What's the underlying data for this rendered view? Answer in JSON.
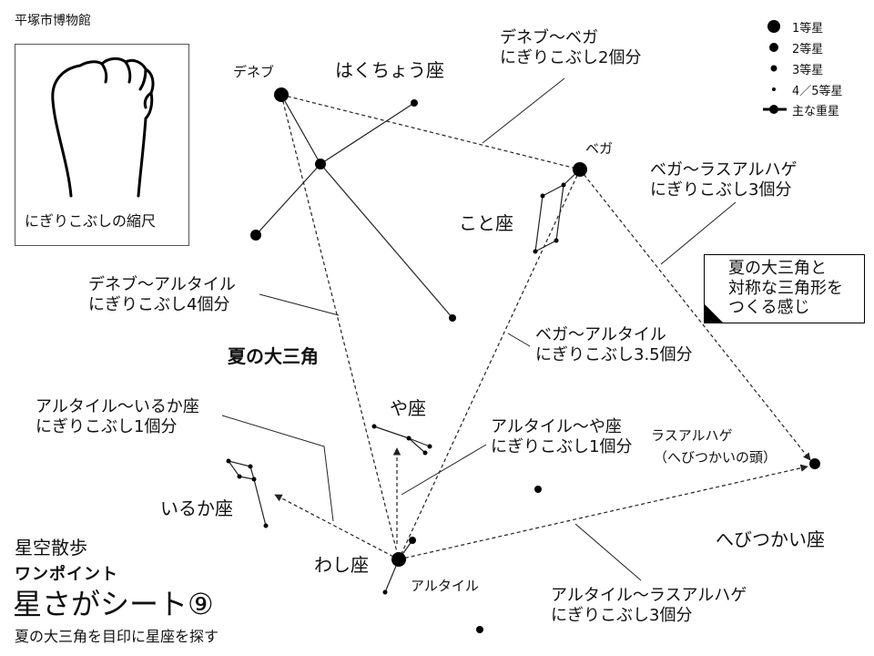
{
  "header": {
    "publisher": "平塚市博物館"
  },
  "ruler": {
    "caption": "にぎりこぶしの縮尺"
  },
  "legend": {
    "items": [
      {
        "label": "1等星",
        "kind": "mag1"
      },
      {
        "label": "2等星",
        "kind": "mag2"
      },
      {
        "label": "3等星",
        "kind": "mag3"
      },
      {
        "label": "4／5等星",
        "kind": "mag45"
      },
      {
        "label": "主な重星",
        "kind": "double"
      }
    ]
  },
  "constellations": {
    "cygnus": "はくちょう座",
    "lyra": "こと座",
    "sagitta": "や座",
    "delphinus": "いるか座",
    "aquila": "わし座",
    "ophiuchus": "へびつかい座"
  },
  "stars": {
    "deneb": "デネブ",
    "vega": "ベガ",
    "altair": "アルタイル",
    "rasalhague_name": "ラスアルハゲ",
    "rasalhague_note": "（へびつかいの頭）"
  },
  "triangle_title": "夏の大三角",
  "distances": {
    "deneb_vega": {
      "line1": "デネブ～ベガ",
      "line2": "にぎりこぶし2個分"
    },
    "vega_rasalhague": {
      "line1": "ベガ～ラスアルハゲ",
      "line2": "にぎりこぶし3個分"
    },
    "deneb_altair": {
      "line1": "デネブ～アルタイル",
      "line2": "にぎりこぶし4個分"
    },
    "vega_altair": {
      "line1": "ベガ～アルタイル",
      "line2": "にぎりこぶし3.5個分"
    },
    "altair_delphinus": {
      "line1": "アルタイル～いるか座",
      "line2": "にぎりこぶし1個分"
    },
    "altair_sagitta": {
      "line1": "アルタイル～や座",
      "line2": "にぎりこぶし1個分"
    },
    "altair_rasalhague": {
      "line1": "アルタイル～ラスアルハゲ",
      "line2": "にぎりこぶし3個分"
    }
  },
  "note": {
    "line1": "夏の大三角と",
    "line2": "対称な三角形を",
    "line3": "つくる感じ"
  },
  "footer": {
    "series": "星空散歩",
    "subtitle": "ワンポイント",
    "title": "星さがシート⑨",
    "description": "夏の大三角を目印に星座を探す"
  }
}
